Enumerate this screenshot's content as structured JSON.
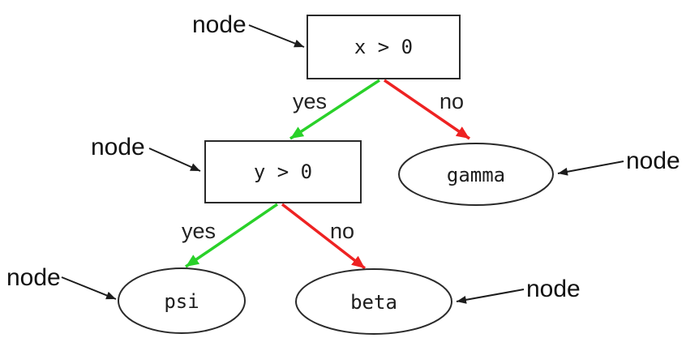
{
  "annotations": {
    "label": "node",
    "count": 5
  },
  "nodes": {
    "root": {
      "label": "x > 0",
      "shape": "rectangle"
    },
    "second": {
      "label": "y > 0",
      "shape": "rectangle"
    },
    "gamma": {
      "label": "gamma",
      "shape": "ellipse"
    },
    "psi": {
      "label": "psi",
      "shape": "ellipse"
    },
    "beta": {
      "label": "beta",
      "shape": "ellipse"
    }
  },
  "edges": [
    {
      "from": "x > 0",
      "to": "y > 0",
      "label": "yes",
      "color": "#29d129"
    },
    {
      "from": "x > 0",
      "to": "gamma",
      "label": "no",
      "color": "#ee2222"
    },
    {
      "from": "y > 0",
      "to": "psi",
      "label": "yes",
      "color": "#29d129"
    },
    {
      "from": "y > 0",
      "to": "beta",
      "label": "no",
      "color": "#ee2222"
    }
  ],
  "colors": {
    "background": "#ffffff",
    "yes_edge": "#29d129",
    "no_edge": "#ee2222",
    "node_border": "#2a2a2a",
    "text": "#1c1c1c"
  }
}
